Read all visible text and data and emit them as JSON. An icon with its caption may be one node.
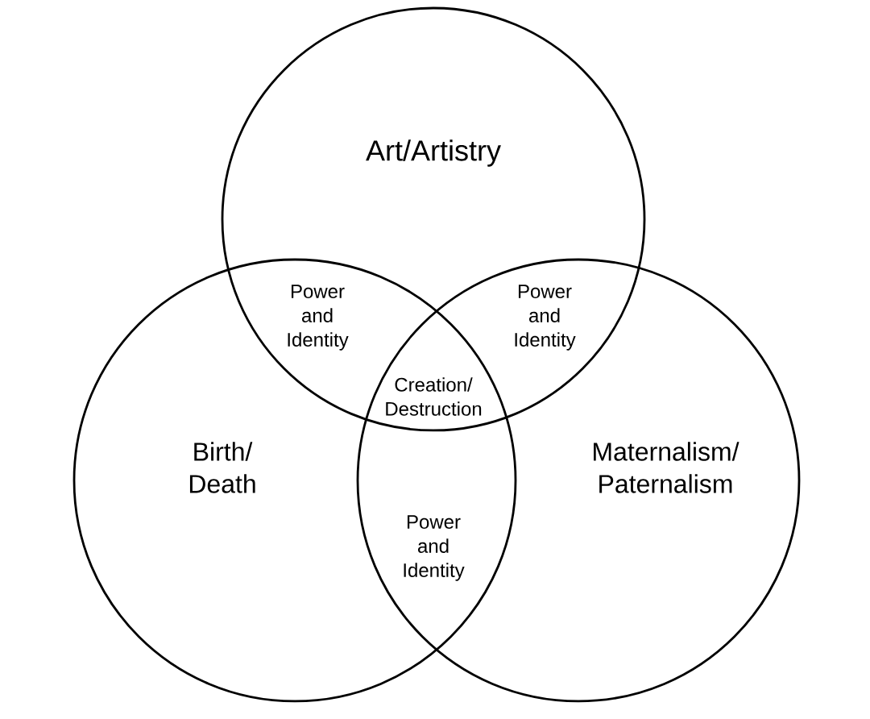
{
  "diagram": {
    "nodes": [
      {
        "text": [
          "Art/Artistry"
        ]
      },
      {
        "text": [
          "Birth/ Death"
        ]
      },
      {
        "text": [
          "Maternalism/ Paternalism"
        ]
      }
    ],
    "labels": [
      "Power and Identity",
      "Power and Identity",
      "Creation/ Destruction",
      "Power and Identity"
    ]
  }
}
